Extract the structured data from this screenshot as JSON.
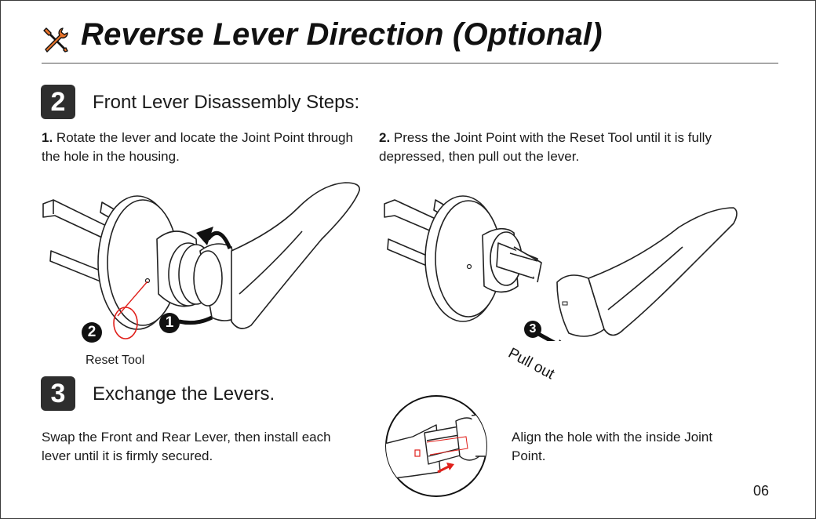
{
  "title": "Reverse Lever Direction (Optional)",
  "icons": {
    "title": "tools-icon"
  },
  "colors": {
    "accent": "#e8732a",
    "highlight_red": "#e0201b",
    "badge": "#2e2e2e"
  },
  "step2": {
    "badge": "2",
    "heading": "Front Lever Disassembly Steps:",
    "instruction1": {
      "num": "1.",
      "text": " Rotate the lever and locate the Joint Point through the hole in the housing."
    },
    "instruction2": {
      "num": "2.",
      "text": " Press the Joint Point with the Reset Tool until it is fully depressed, then pull out the lever."
    },
    "callouts": {
      "one": "1",
      "two": "2",
      "three": "3"
    },
    "reset_tool_label": "Reset Tool",
    "pull_out_label": "Pull out"
  },
  "step3": {
    "badge": "3",
    "heading": "Exchange the Levers.",
    "instruction": "Swap the Front and Rear Lever, then install each lever until it is firmly secured.",
    "align_note": "Align the hole with the inside Joint Point."
  },
  "page_number": "06"
}
